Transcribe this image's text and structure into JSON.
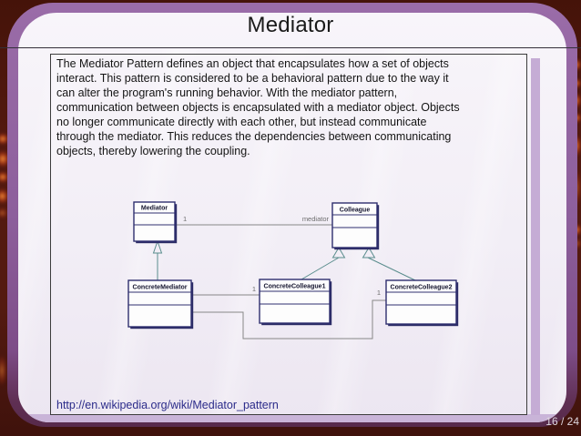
{
  "slide": {
    "title": "Mediator",
    "body_lines": [
      "The Mediator Pattern defines an object that encapsulates how a set of objects",
      "interact. This pattern is considered to be a behavioral pattern due to the way it",
      "can alter the program's running behavior. With the mediator pattern,",
      "communication between objects is encapsulated with a mediator object. Objects",
      "no longer communicate directly with each other, but instead communicate",
      "through the mediator. This reduces the dependencies between communicating",
      "objects, thereby lowering the coupling."
    ],
    "link": "http://en.wikipedia.org/wiki/Mediator_pattern",
    "page_indicator": "16 / 24"
  },
  "diagram": {
    "class_names": [
      "Mediator",
      "Colleague",
      "ConcreteMediator",
      "ConcreteColleague1",
      "ConcreteColleague2"
    ],
    "edge_labels": [
      "1",
      "mediator",
      "1",
      "1"
    ]
  },
  "colors": {
    "background_maroon": "#521910",
    "frame_purple": "#8d5f9c",
    "frame_plum": "#5f2f53",
    "slide_background": "#f2eef6",
    "accent_lavender": "#c9b4d8",
    "link_blue": "#2b2b8a",
    "uml_navy": "#2e2e6e",
    "uml_association_gray": "#878787",
    "uml_generalization_teal": "#5a8d8d"
  }
}
